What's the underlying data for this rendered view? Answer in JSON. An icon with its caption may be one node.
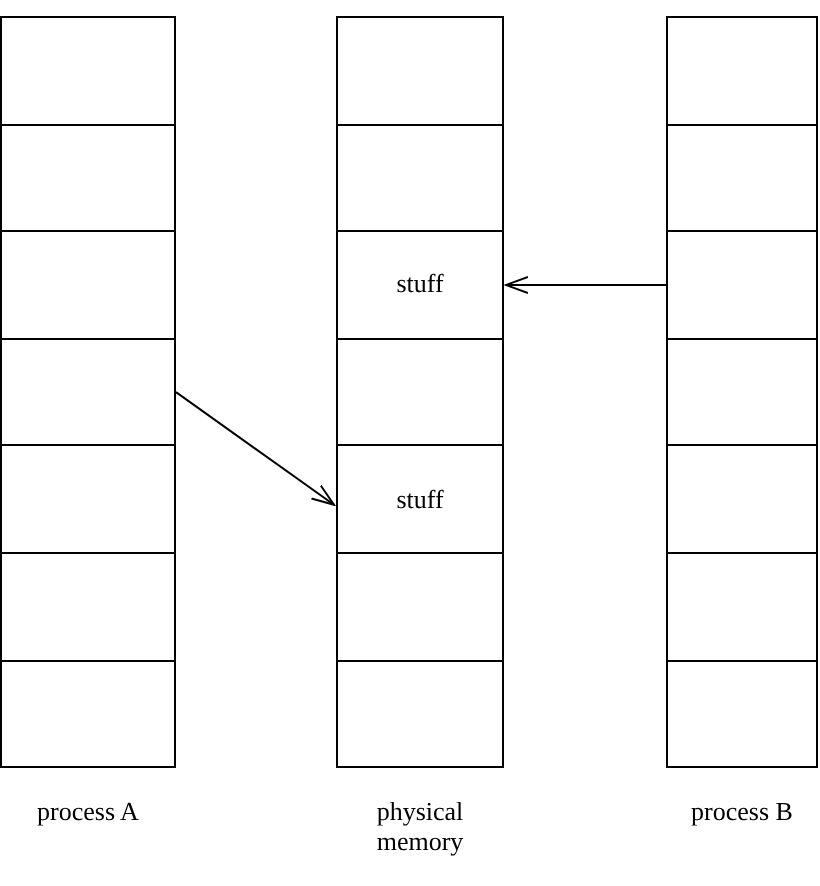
{
  "diagram": {
    "nodes": [
      {
        "text": [
          "process A"
        ]
      },
      {
        "text": [],
        "shape": "box",
        "in": 0
      },
      {
        "text": [],
        "shape": "box",
        "in": 0
      },
      {
        "text": [],
        "shape": "box",
        "in": 0
      },
      {
        "text": [],
        "shape": "box",
        "in": 0
      },
      {
        "text": [],
        "shape": "box",
        "in": 0
      },
      {
        "text": [],
        "shape": "box",
        "in": 0
      },
      {
        "text": [],
        "shape": "box",
        "in": 0
      },
      {
        "text": [
          "physical memory"
        ]
      },
      {
        "text": [],
        "shape": "box",
        "in": 8
      },
      {
        "text": [],
        "shape": "box",
        "in": 8
      },
      {
        "text": [
          "stuff"
        ],
        "in": 8
      },
      {
        "text": [],
        "shape": "box",
        "in": 8
      },
      {
        "text": [
          "stuff"
        ],
        "in": 8
      },
      {
        "text": [],
        "shape": "box",
        "in": 8
      },
      {
        "text": [],
        "shape": "box",
        "in": 8
      },
      {
        "text": [
          "process B"
        ]
      },
      {
        "text": [],
        "shape": "box",
        "in": 16
      },
      {
        "text": [],
        "shape": "box",
        "in": 16
      },
      {
        "text": [],
        "shape": "box",
        "in": 16
      },
      {
        "text": [],
        "shape": "box",
        "in": 16
      },
      {
        "text": [],
        "shape": "box",
        "in": 16
      },
      {
        "text": [],
        "shape": "box",
        "in": 16
      },
      {
        "text": [],
        "shape": "box",
        "in": 16
      }
    ],
    "edges": [
      {
        "from": 4,
        "to": 13,
        "arrow": "to"
      },
      {
        "from": 19,
        "to": 11,
        "arrow": "to"
      }
    ]
  }
}
